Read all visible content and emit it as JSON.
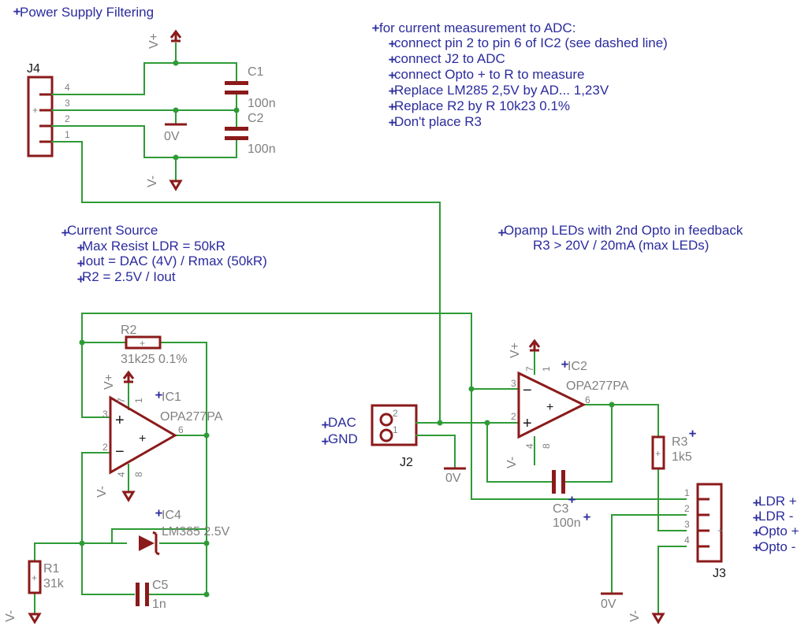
{
  "notes": {
    "power_title": "Power Supply Filtering",
    "adc_lines": [
      "for current measurement to ADC:",
      "connect pin 2 to pin 6 of IC2 (see dashed line)",
      "connect J2 to ADC",
      "connect Opto + to R to measure",
      "Replace LM285 2,5V by AD... 1,23V",
      "Replace R2 by R 10k23 0.1%",
      "Don't place R3"
    ],
    "current_lines": [
      "Current Source",
      "Max Resist LDR = 50kR",
      "Iout = DAC (4V) / Rmax (50kR)",
      "R2 = 2.5V / Iout"
    ],
    "opamp_lines": [
      "Opamp LEDs with 2nd Opto in feedback",
      "R3 > 20V / 20mA (max LEDs)"
    ]
  },
  "supply": {
    "vplus": "V+",
    "vminus": "V-",
    "gnd": "0V"
  },
  "parts": {
    "j4": {
      "name": "J4",
      "pins": [
        "4",
        "3",
        "2",
        "1"
      ]
    },
    "c1": {
      "name": "C1",
      "value": "100n"
    },
    "c2": {
      "name": "C2",
      "value": "100n"
    },
    "r2": {
      "name": "R2",
      "value": "31k25 0.1%"
    },
    "ic1": {
      "name": "IC1",
      "value": "OPA277PA"
    },
    "ic2": {
      "name": "IC2",
      "value": "OPA277PA"
    },
    "ic4": {
      "name": "IC4",
      "value": "LM385 2.5V"
    },
    "c5": {
      "name": "C5",
      "value": "1n"
    },
    "r1": {
      "name": "R1",
      "value": "31k"
    },
    "j2": {
      "name": "J2",
      "pins": [
        "2",
        "1"
      ],
      "labels": [
        "DAC",
        "GND"
      ]
    },
    "r3": {
      "name": "R3",
      "value": "1k5"
    },
    "c3": {
      "name": "C3",
      "value": "100n"
    },
    "j3": {
      "name": "J3",
      "pins": [
        "1",
        "2",
        "3",
        "4"
      ],
      "labels": [
        "LDR +",
        "LDR -",
        "Opto +",
        "Opto -"
      ]
    }
  },
  "opamp_pins": {
    "noninv": "3",
    "inv": "2",
    "out": "6",
    "vp": "7",
    "vn": "4",
    "n1": "1",
    "n8": "8"
  }
}
